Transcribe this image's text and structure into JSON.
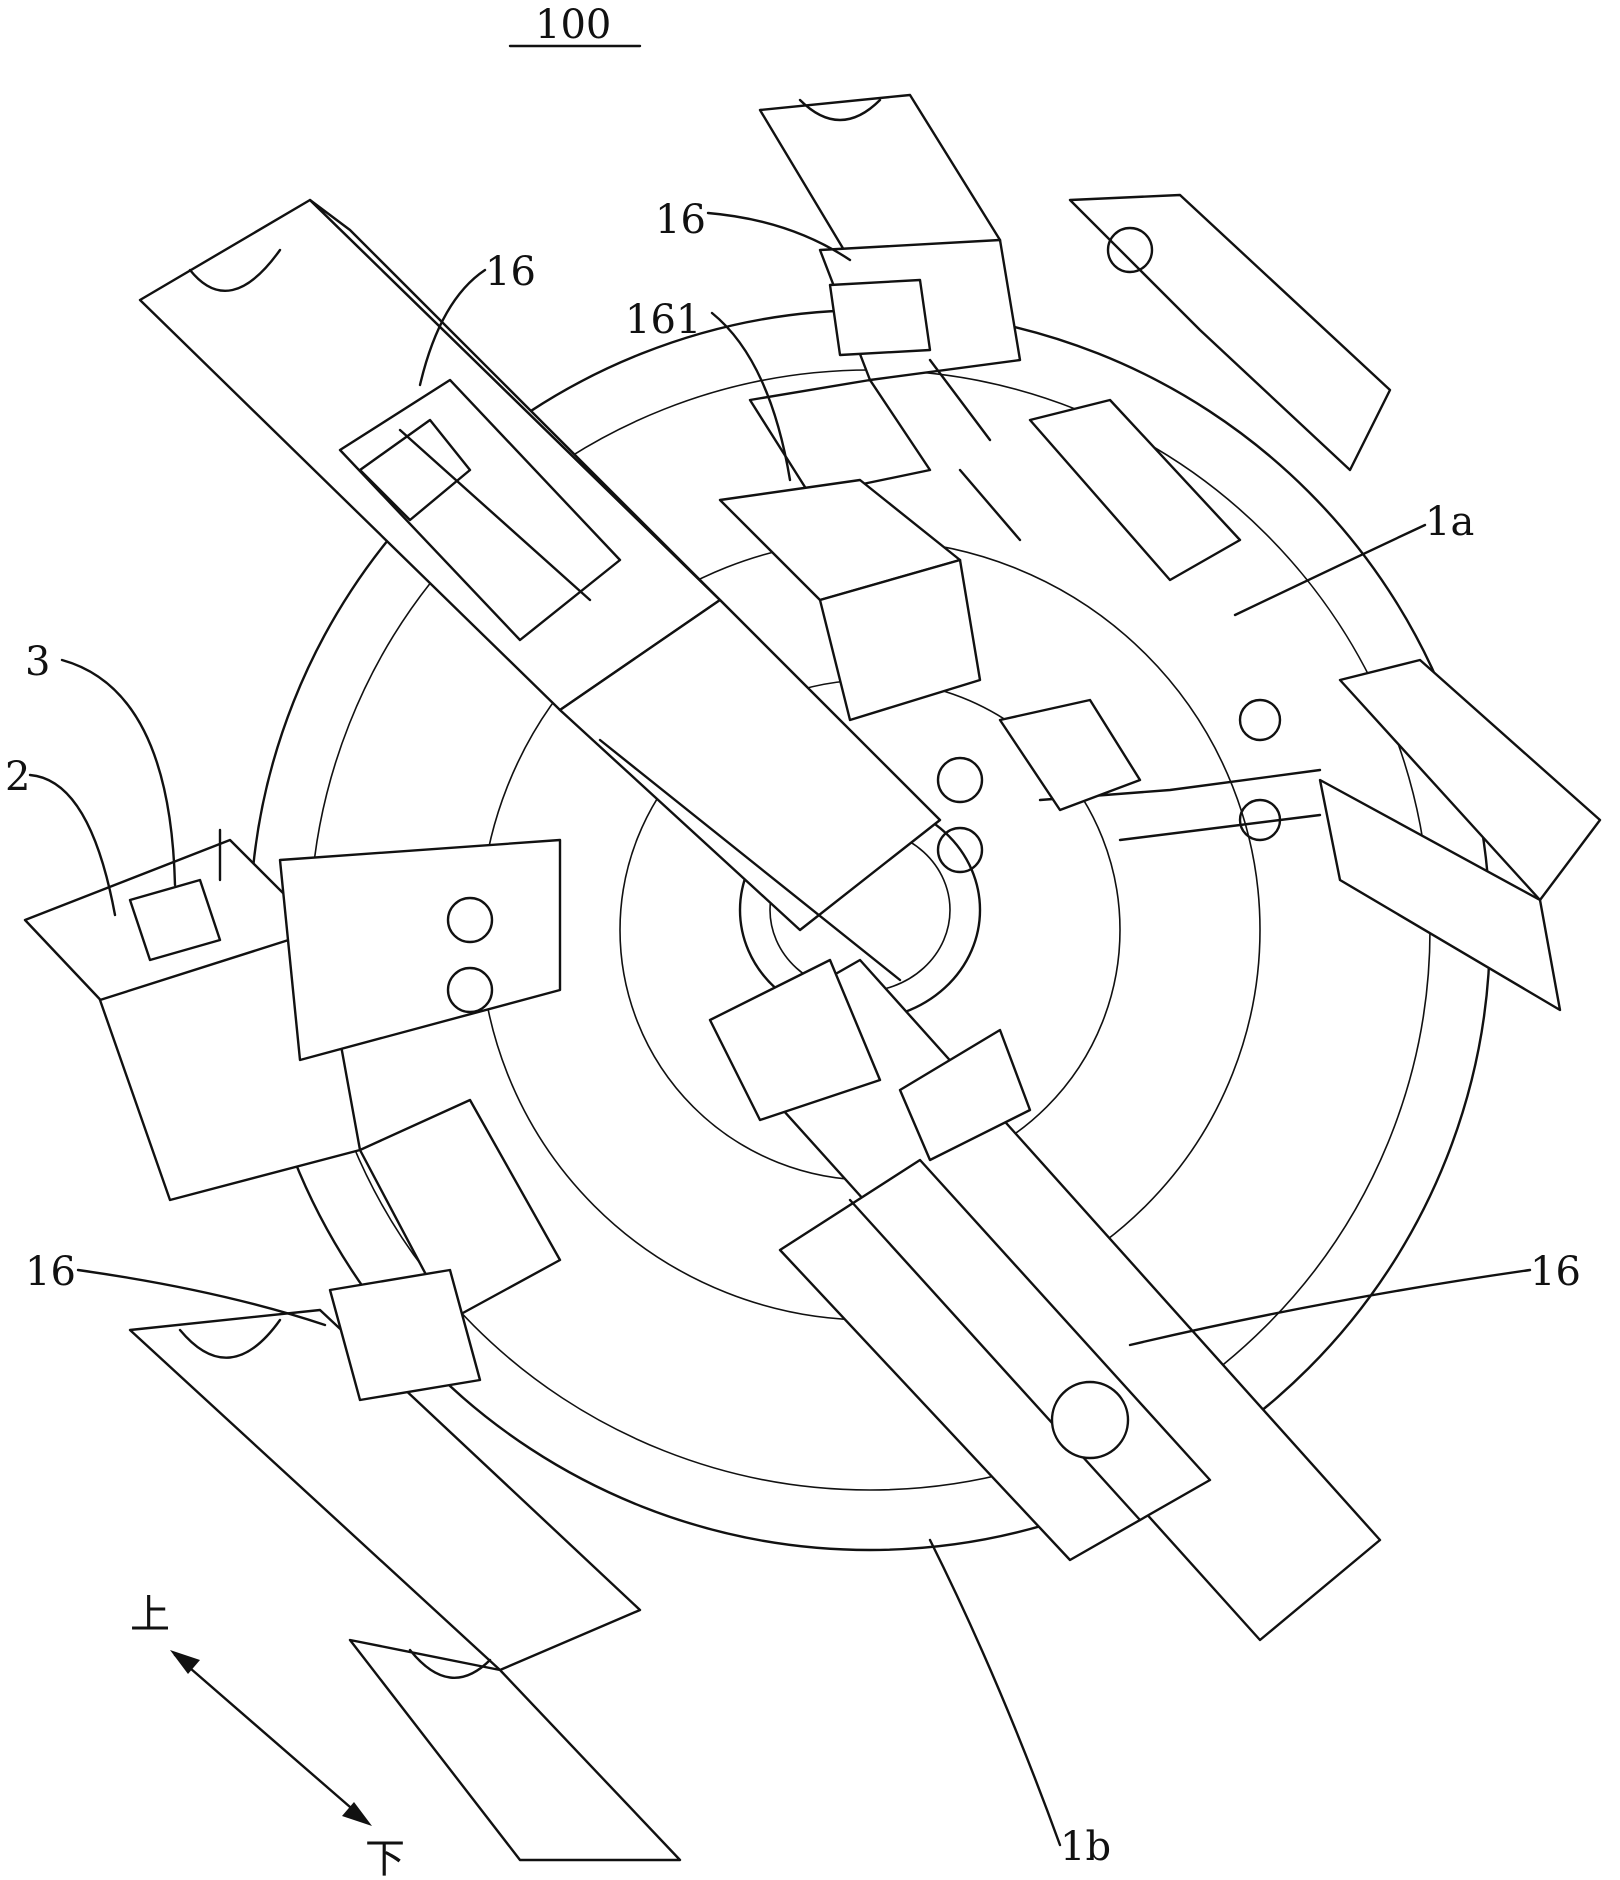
{
  "figure": {
    "number": "100",
    "labels": {
      "l16_top": "16",
      "l16_upper_left": "16",
      "l161": "161",
      "l1a": "1a",
      "l3": "3",
      "l2": "2",
      "l16_lower_left": "16",
      "l16_lower_right": "16",
      "l1b": "1b"
    },
    "direction": {
      "up": "上",
      "down": "下"
    }
  }
}
